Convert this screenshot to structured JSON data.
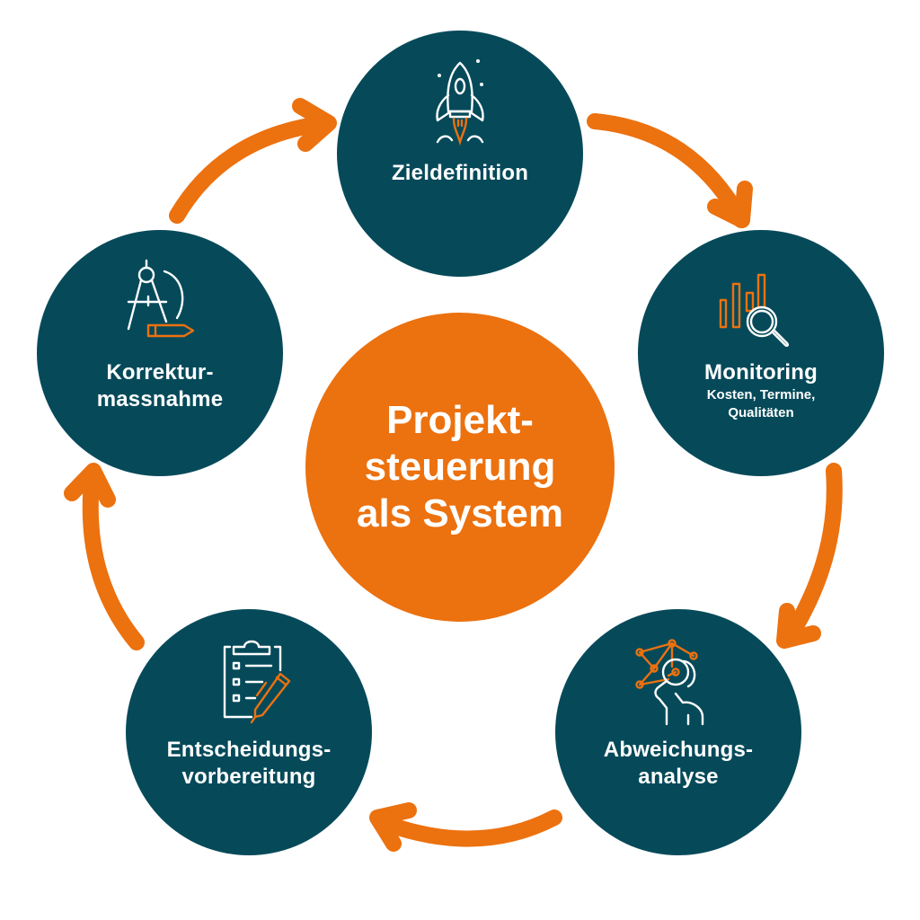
{
  "colors": {
    "node_fill": "#064a5a",
    "center_fill": "#ec710f",
    "arrow": "#ec710f",
    "icon_stroke": "#ffffff",
    "icon_accent": "#ec710f",
    "text": "#ffffff",
    "background": "#ffffff"
  },
  "center": {
    "line1": "Projekt-",
    "line2": "steuerung",
    "line3": "als System"
  },
  "nodes": [
    {
      "id": "zieldefinition",
      "icon": "rocket-icon",
      "line1": "Zieldefinition"
    },
    {
      "id": "monitoring",
      "icon": "chart-magnifier-icon",
      "line1": "Monitoring",
      "sub1": "Kosten, Termine,",
      "sub2": "Qualitäten"
    },
    {
      "id": "abweichungsanalyse",
      "icon": "person-network-analysis-icon",
      "line1": "Abweichungs-",
      "line2": "analyse"
    },
    {
      "id": "entscheidungsvorbereitung",
      "icon": "clipboard-pen-icon",
      "line1": "Entscheidungs-",
      "line2": "vorbereitung"
    },
    {
      "id": "korrekturmassnahme",
      "icon": "compass-pencil-icon",
      "line1": "Korrektur-",
      "line2": "massnahme"
    }
  ],
  "flow": [
    "Zieldefinition",
    "Monitoring",
    "Abweichungsanalyse",
    "Entscheidungsvorbereitung",
    "Korrekturmassnahme",
    "Zieldefinition"
  ]
}
